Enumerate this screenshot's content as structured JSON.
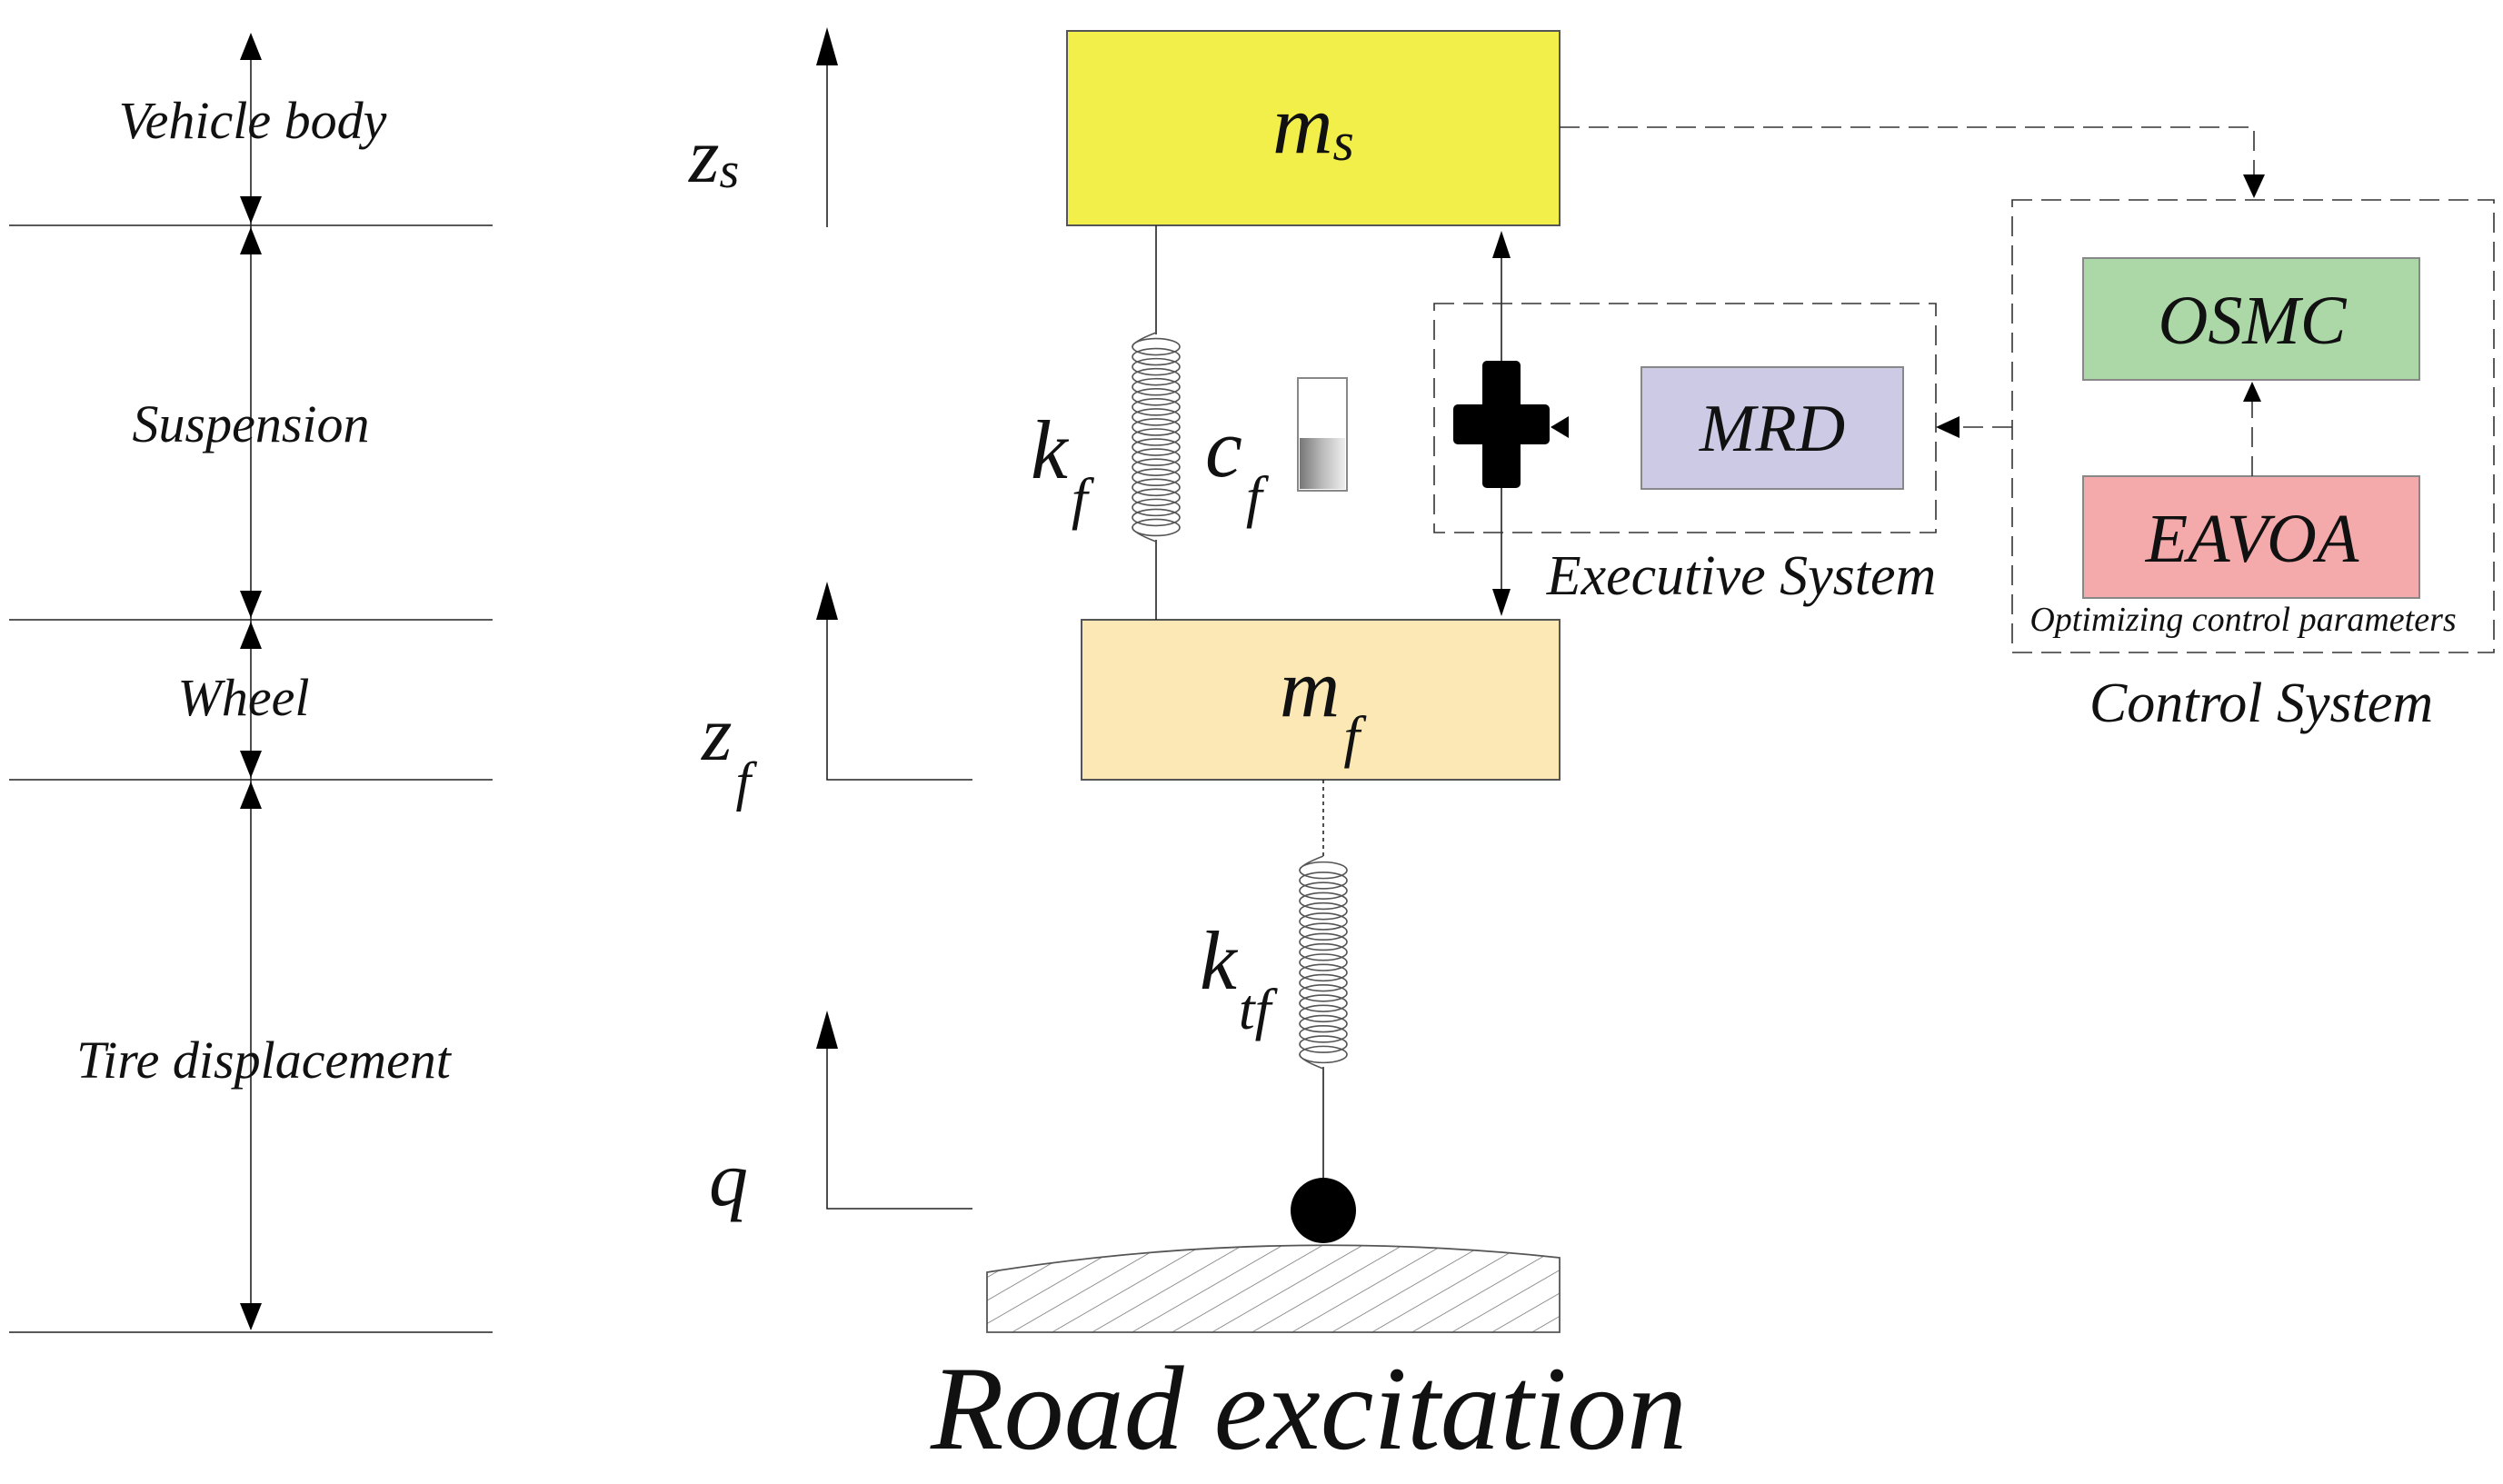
{
  "left_labels": {
    "vehicle_body": "Vehicle body",
    "suspension": "Suspension",
    "wheel": "Wheel",
    "tire_displacement": "Tire displacement"
  },
  "vars": {
    "zs_main": "z",
    "zs_sub": "s",
    "zf_main": "z",
    "zf_sub": "f",
    "q": "q"
  },
  "masses": {
    "ms_main": "m",
    "ms_sub": "s",
    "mf_main": "m",
    "mf_sub": "f"
  },
  "params": {
    "kf_main": "k",
    "kf_sub": "f",
    "cf_main": "c",
    "cf_sub": "f",
    "ktf_main": "k",
    "ktf_sub": "tf"
  },
  "blocks": {
    "mrd": "MRD",
    "osmc": "OSMC",
    "eavoa": "EAVOA"
  },
  "captions": {
    "executive_system": "Executive System",
    "optimizing": "Optimizing control parameters",
    "control_system": "Control System",
    "road_excitation": "Road excitation"
  },
  "colors": {
    "ms_fill": "#f3ef4a",
    "mf_fill": "#fbe8b4",
    "mrd_fill": "#cdcae6",
    "osmc_fill": "#acd8a8",
    "eavoa_fill": "#f4aaaa"
  }
}
